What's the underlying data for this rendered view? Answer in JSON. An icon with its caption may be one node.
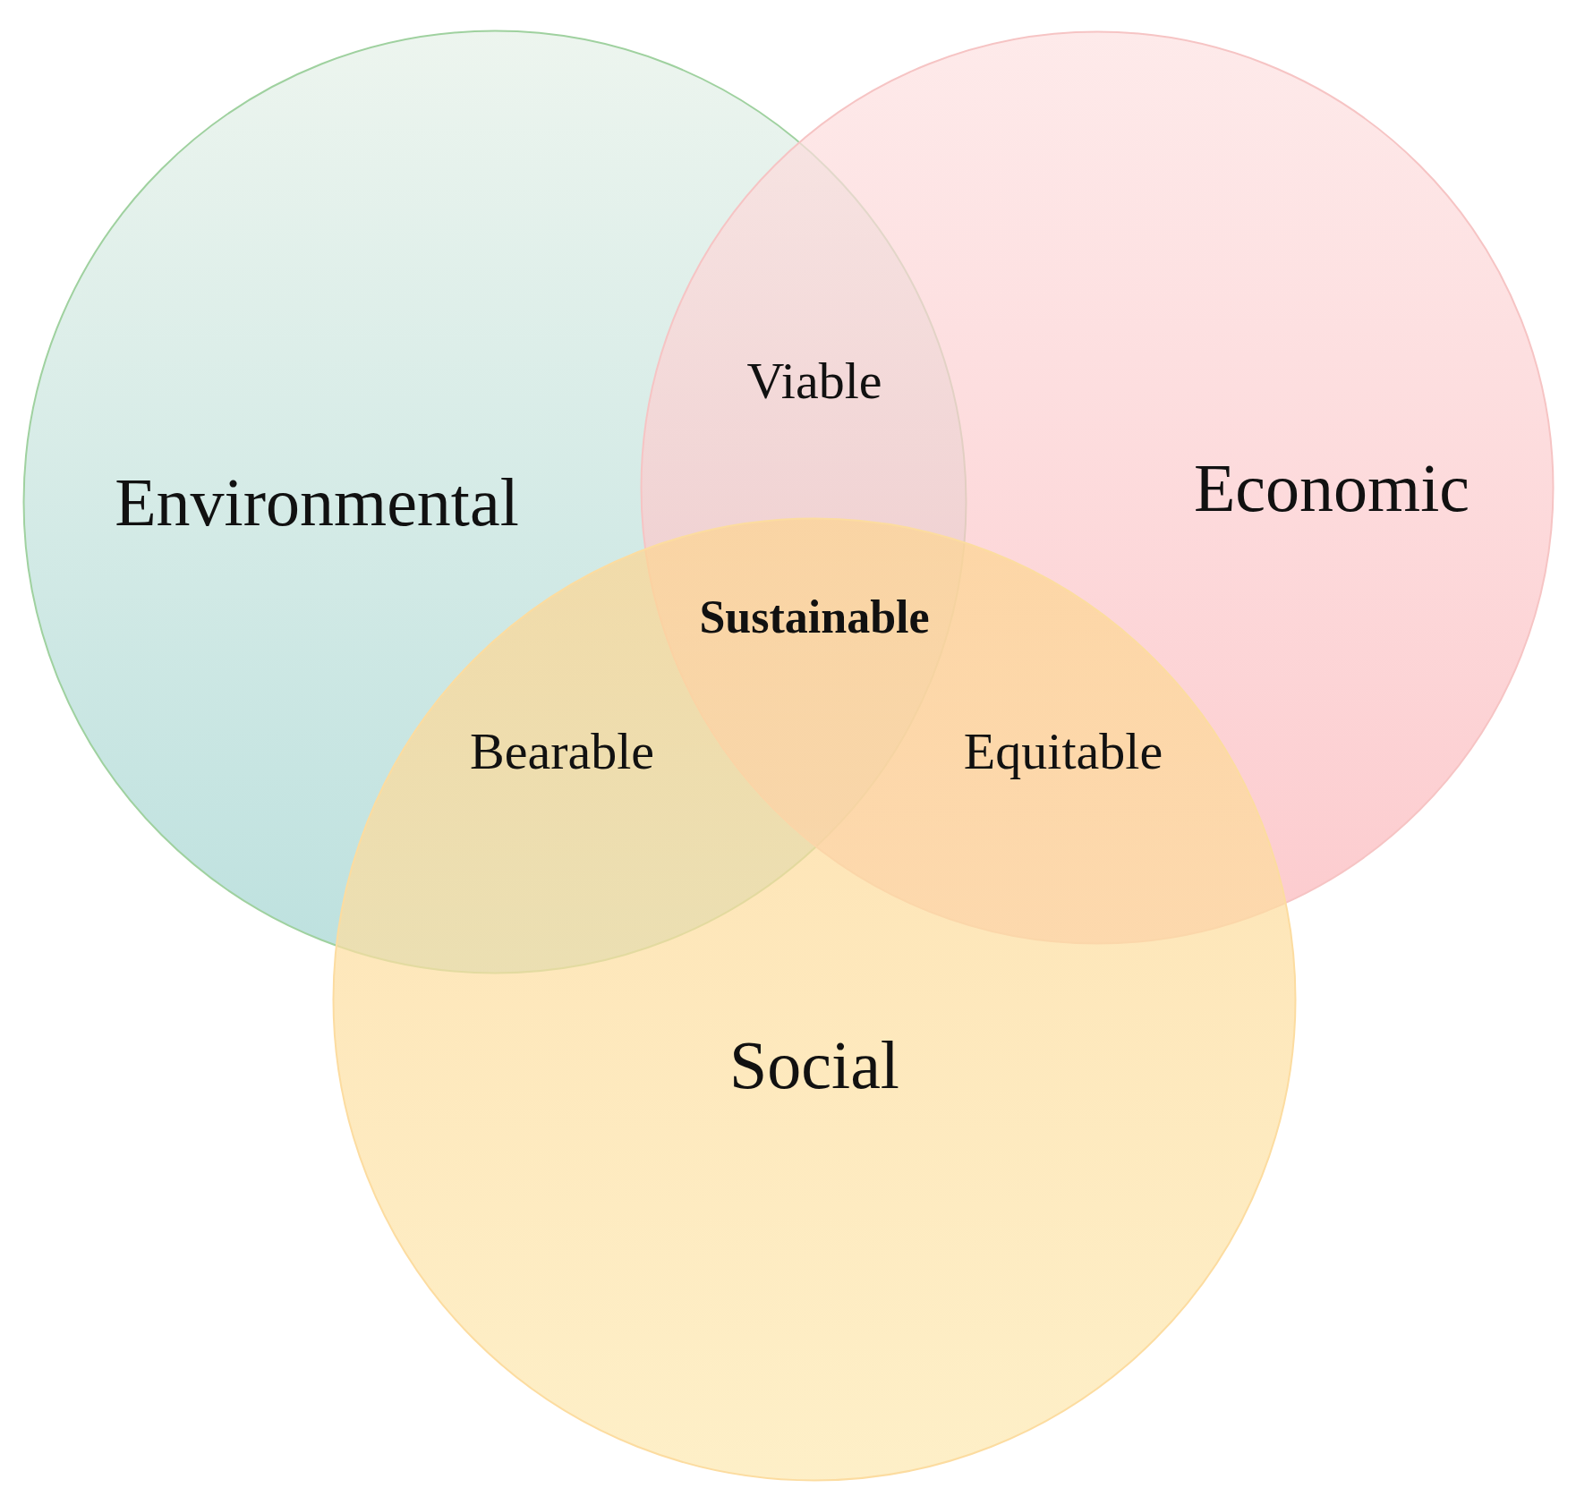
{
  "diagram": {
    "nodes": [
      {
        "text": [
          "Environmental"
        ]
      },
      {
        "text": [
          "Economic"
        ]
      },
      {
        "text": [
          "Social"
        ]
      }
    ],
    "labels": [
      "Viable",
      "Sustainable",
      "Bearable",
      "Equitable"
    ]
  }
}
